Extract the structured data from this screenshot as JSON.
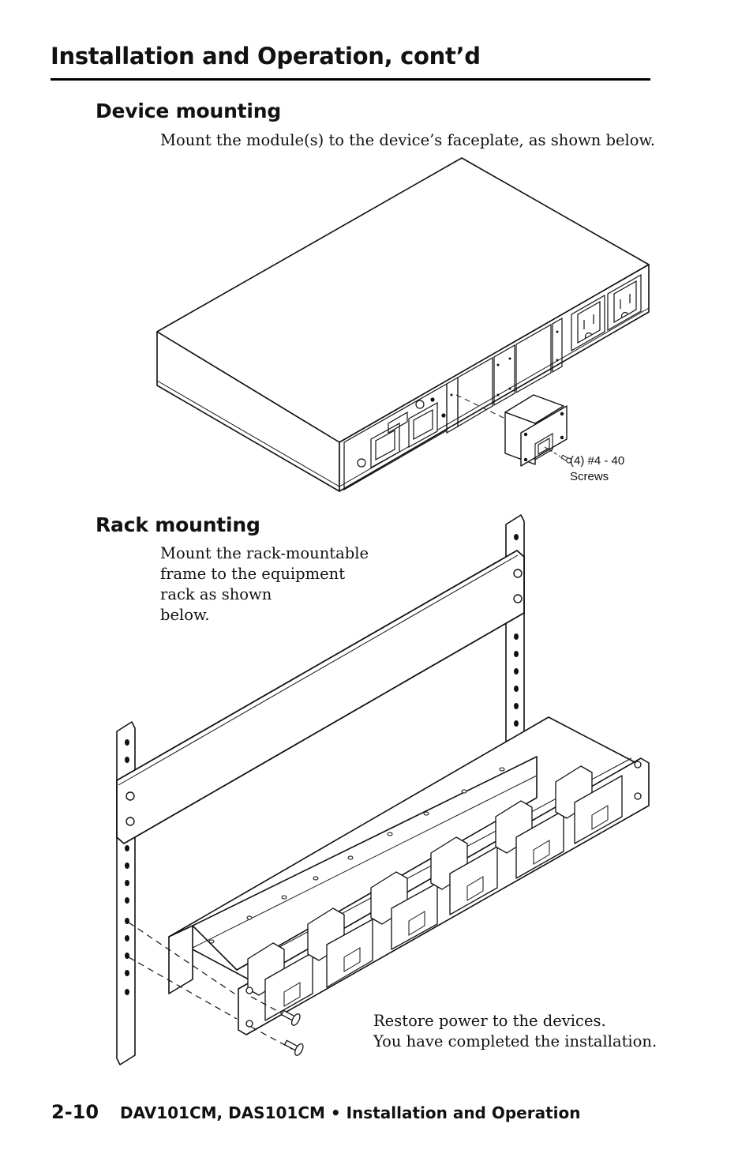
{
  "header": {
    "title": "Installation and Operation, cont’d"
  },
  "device_mounting": {
    "heading": "Device mounting",
    "text": "Mount the module(s) to the device’s faceplate, as shown below.",
    "screws_line1": "(4) #4 - 40",
    "screws_line2": "Screws"
  },
  "rack_mounting": {
    "heading": "Rack mounting",
    "line1": "Mount the rack-mountable",
    "line2": "frame to the equipment",
    "line3": "rack as shown",
    "line4": "below."
  },
  "restore": {
    "line1": "Restore power to the devices.",
    "line2": "You have completed the installation."
  },
  "footer": {
    "page_number": "2-10",
    "doc_title": "DAV101CM, DAS101CM • Installation and Operation"
  }
}
